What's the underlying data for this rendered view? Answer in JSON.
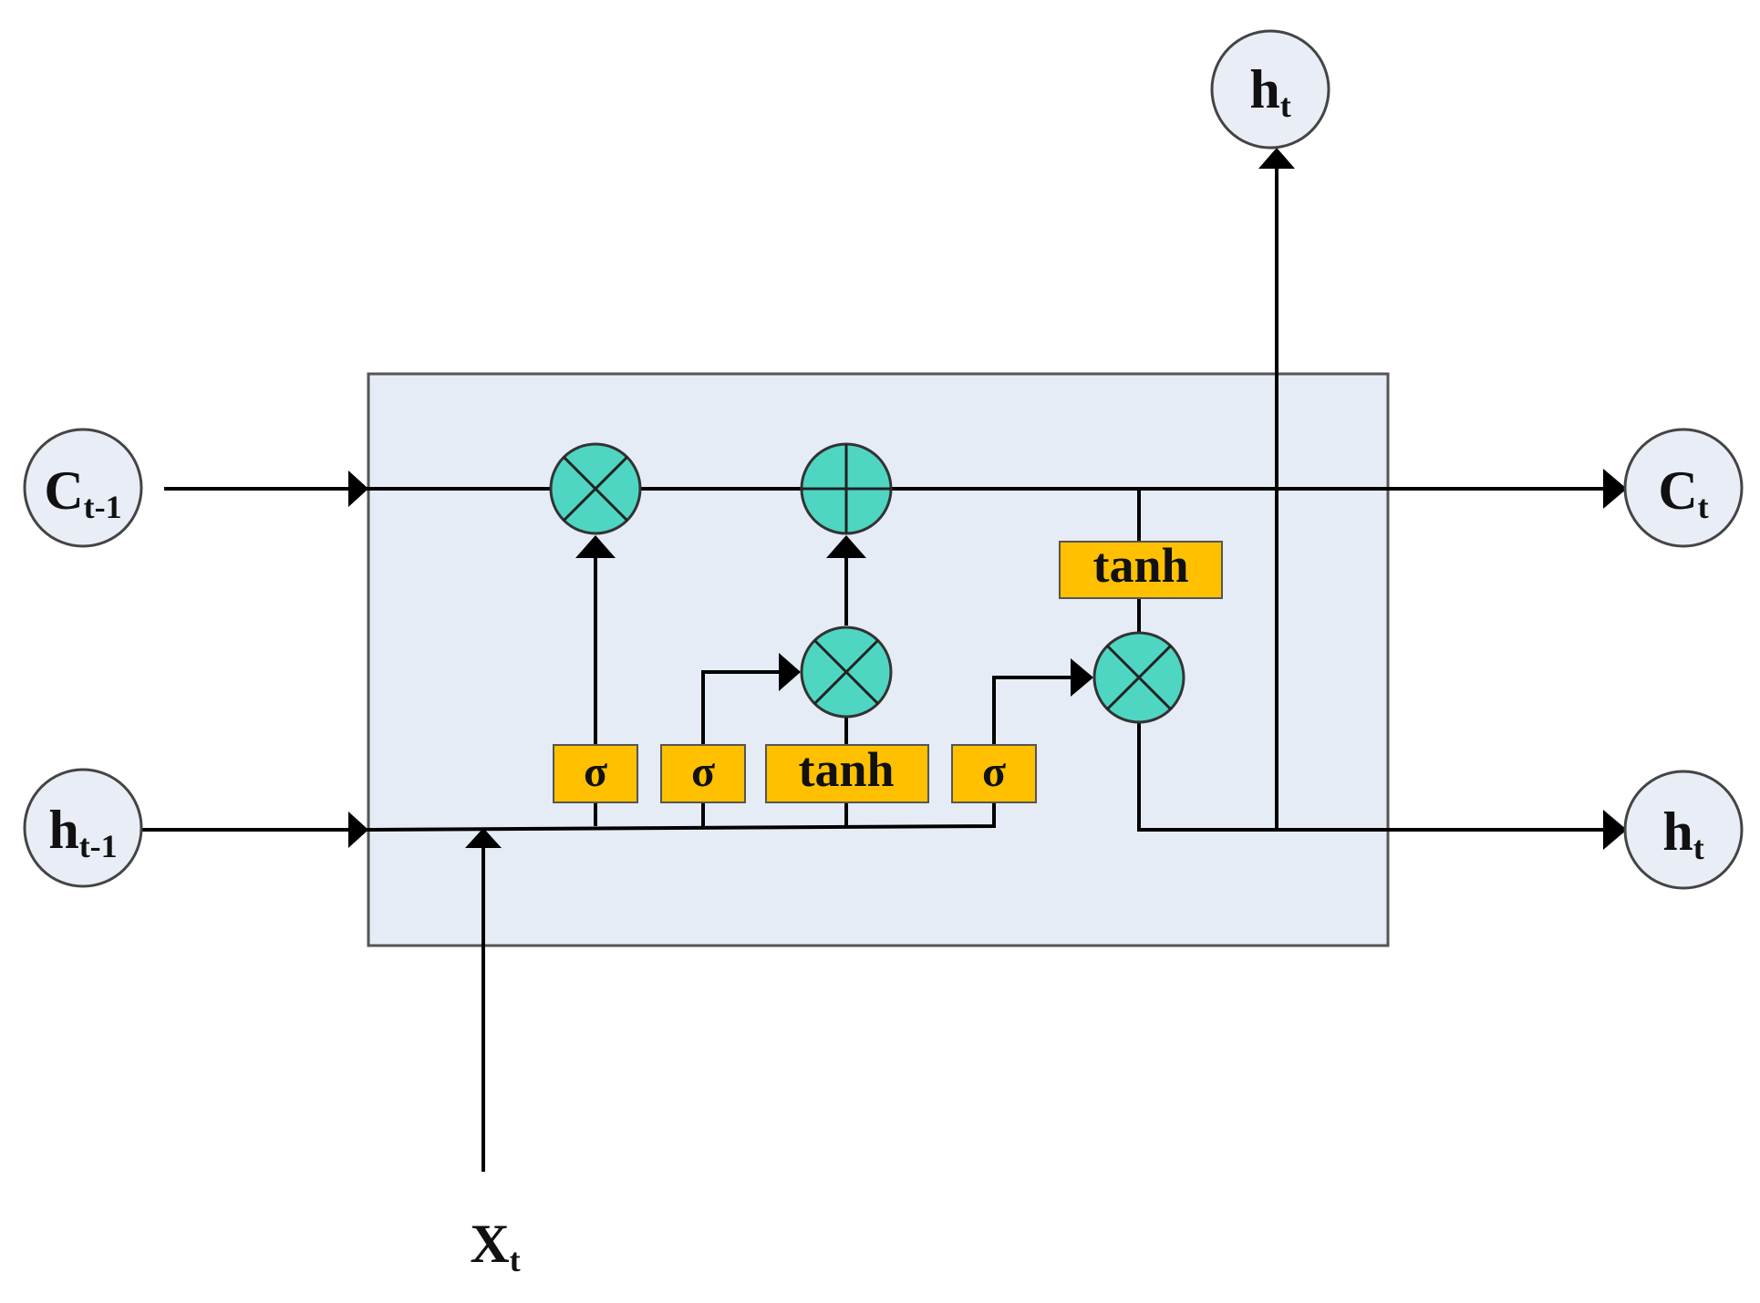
{
  "diagram": {
    "nodes": {
      "c_prev": {
        "main": "C",
        "sub": "t-1"
      },
      "h_prev": {
        "main": "h",
        "sub": "t-1"
      },
      "c_out": {
        "main": "C",
        "sub": "t"
      },
      "h_out_right": {
        "main": "h",
        "sub": "t"
      },
      "h_out_top": {
        "main": "h",
        "sub": "t"
      },
      "x_in": {
        "main": "X",
        "sub": "t"
      }
    },
    "gates": {
      "forget_sigma": "σ",
      "input_sigma": "σ",
      "candidate_tanh": "tanh",
      "output_sigma": "σ",
      "cell_tanh": "tanh"
    },
    "operators": {
      "forget_multiply": "multiply",
      "cell_add": "add",
      "input_multiply": "multiply",
      "output_multiply": "multiply"
    },
    "colors": {
      "cell_background": "#e6ecf6",
      "gate_fill": "#ffc000",
      "operator_fill": "#4fd6c2",
      "node_fill": "#e8edf6"
    }
  }
}
